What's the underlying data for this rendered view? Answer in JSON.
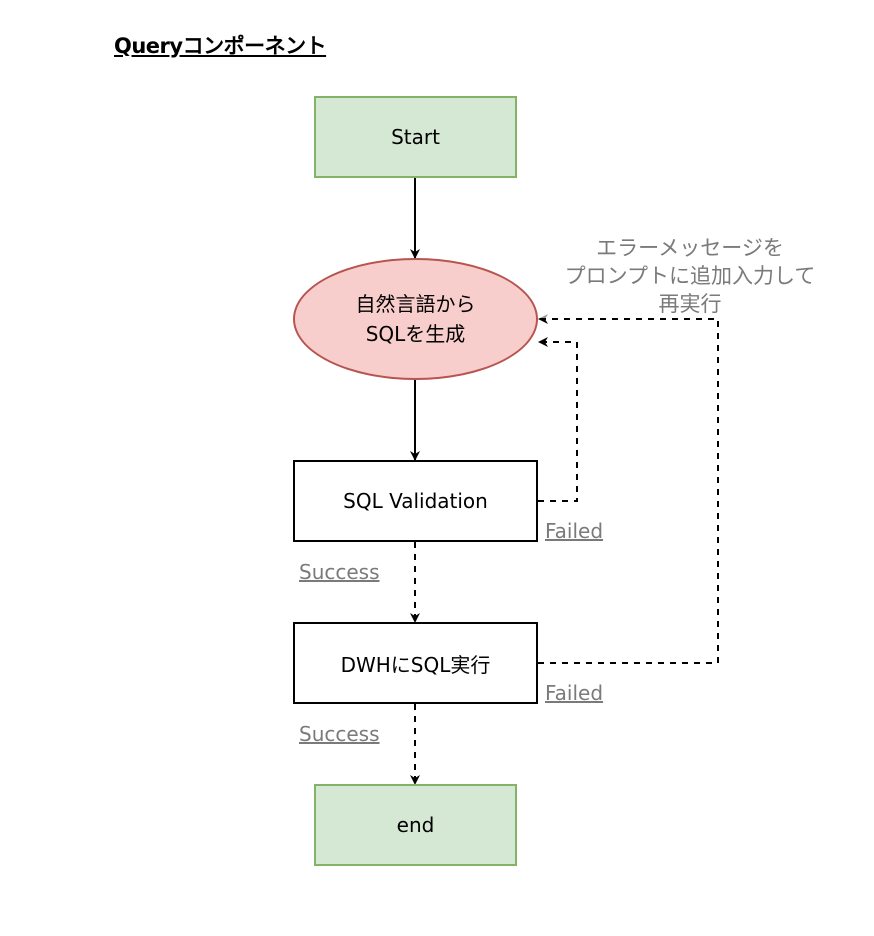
{
  "title": "Queryコンポーネント",
  "nodes": {
    "start": "Start",
    "generate": [
      "自然言語から",
      "SQLを生成"
    ],
    "validation": "SQL Validation",
    "execute": "DWHにSQL実行",
    "end": "end"
  },
  "edge_labels": {
    "validation_failed": "Failed",
    "validation_success": "Success",
    "execute_failed": "Failed",
    "execute_success": "Success"
  },
  "note": [
    "エラーメッセージを",
    "プロンプトに追加入力して",
    "再実行"
  ],
  "colors": {
    "terminal_fill": "#d5e8d4",
    "terminal_stroke": "#82b366",
    "generate_fill": "#f8cecc",
    "generate_stroke": "#b85450",
    "label_text": "#7a7a7a"
  }
}
